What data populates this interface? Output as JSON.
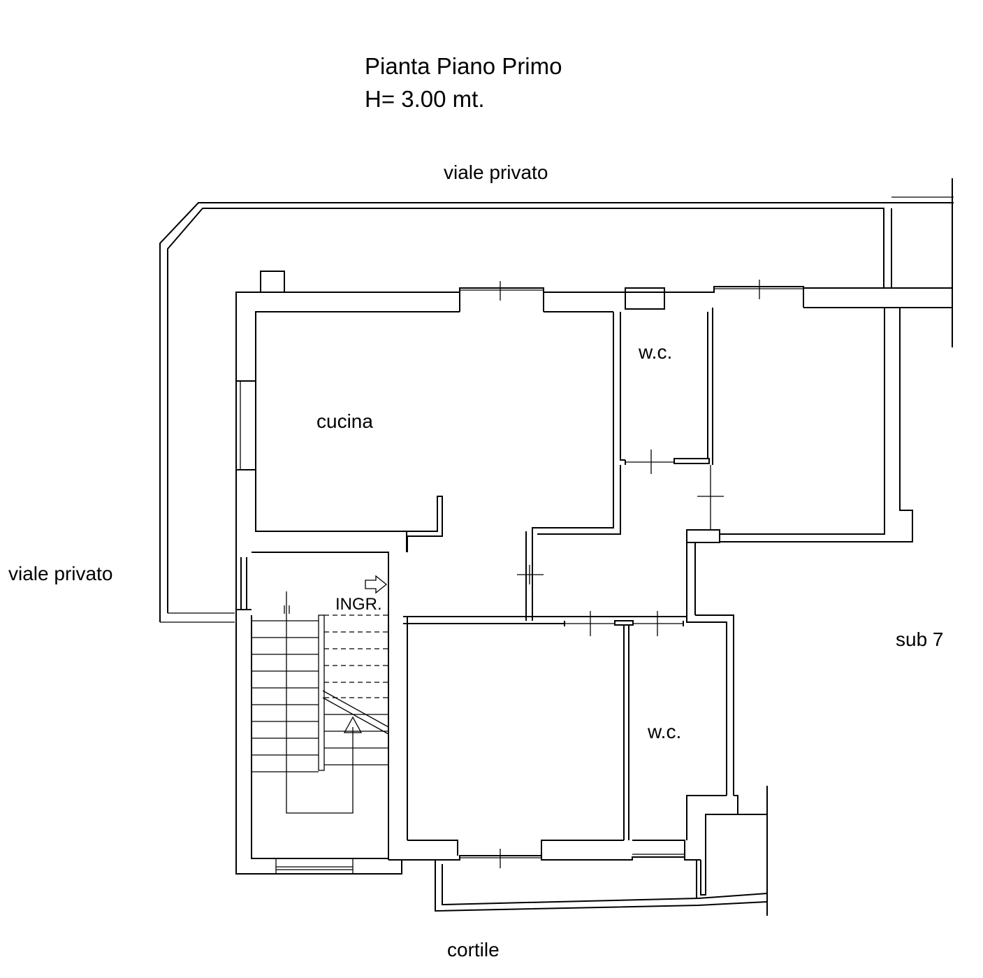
{
  "title": {
    "line1": "Pianta Piano Primo",
    "line2": "H= 3.00 mt."
  },
  "labels": {
    "viale_top": "viale  privato",
    "viale_left": "viale  privato",
    "cucina": "cucina",
    "wc_top": "w.c.",
    "wc_bottom": "w.c.",
    "ingresso": "INGR.",
    "sub": "sub 7",
    "cortile": "cortile"
  }
}
